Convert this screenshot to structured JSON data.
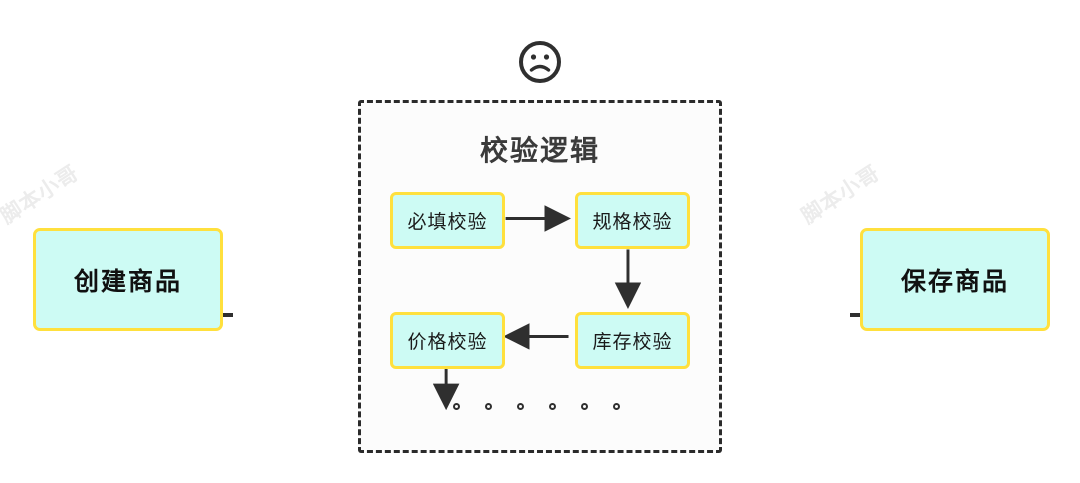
{
  "diagram": {
    "watermarks": {
      "left": "脚本小哥",
      "right": "脚本小哥"
    },
    "status_icon": {
      "name": "sad-face-icon",
      "color": "#2f2f2f"
    },
    "outer_nodes": [
      {
        "id": "create",
        "label": "创建商品"
      },
      {
        "id": "save",
        "label": "保存商品"
      }
    ],
    "group": {
      "title": "校验逻辑",
      "border_style": "dashed",
      "steps": [
        {
          "id": "required",
          "label": "必填校验"
        },
        {
          "id": "spec",
          "label": "规格校验"
        },
        {
          "id": "stock",
          "label": "库存校验"
        },
        {
          "id": "price",
          "label": "价格校验"
        }
      ],
      "flow": [
        {
          "from": "required",
          "to": "spec",
          "direction": "right"
        },
        {
          "from": "spec",
          "to": "stock",
          "direction": "down"
        },
        {
          "from": "stock",
          "to": "price",
          "direction": "left"
        },
        {
          "from": "price",
          "to": "ellipsis",
          "direction": "down"
        }
      ],
      "ellipsis_dot_count": 6
    },
    "colors": {
      "node_fill": "#cdfbf4",
      "node_border": "#ffe03d",
      "arrow": "#2f2f2f",
      "group_bg": "#fcfcfc",
      "group_border": "#2b2b2b",
      "title_text": "#3b3b3b",
      "watermark": "#ececec"
    }
  }
}
